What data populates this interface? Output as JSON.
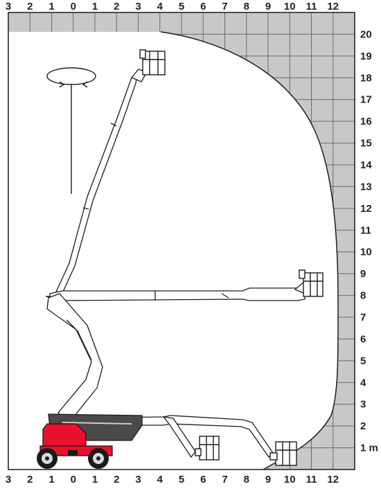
{
  "chart_data": {
    "type": "diagram",
    "x_axis_labels": [
      "3",
      "2",
      "1",
      "0",
      "1",
      "2",
      "3",
      "4",
      "5",
      "6",
      "7",
      "8",
      "9",
      "10",
      "11",
      "12"
    ],
    "y_axis_labels": [
      "1 m",
      "2",
      "3",
      "4",
      "5",
      "6",
      "7",
      "8",
      "9",
      "10",
      "11",
      "12",
      "13",
      "14",
      "15",
      "16",
      "17",
      "18",
      "19",
      "20"
    ],
    "colors": {
      "grid_fill": "#c8c8c8",
      "grid_line": "#6b6b6b",
      "machine_body": "#e8112d",
      "machine_dark": "#222222",
      "outline": "#1a1a1a",
      "background": "#ffffff"
    },
    "icons": [
      "rotation-arrow-icon",
      "basket-icon",
      "wheel-icon"
    ]
  }
}
